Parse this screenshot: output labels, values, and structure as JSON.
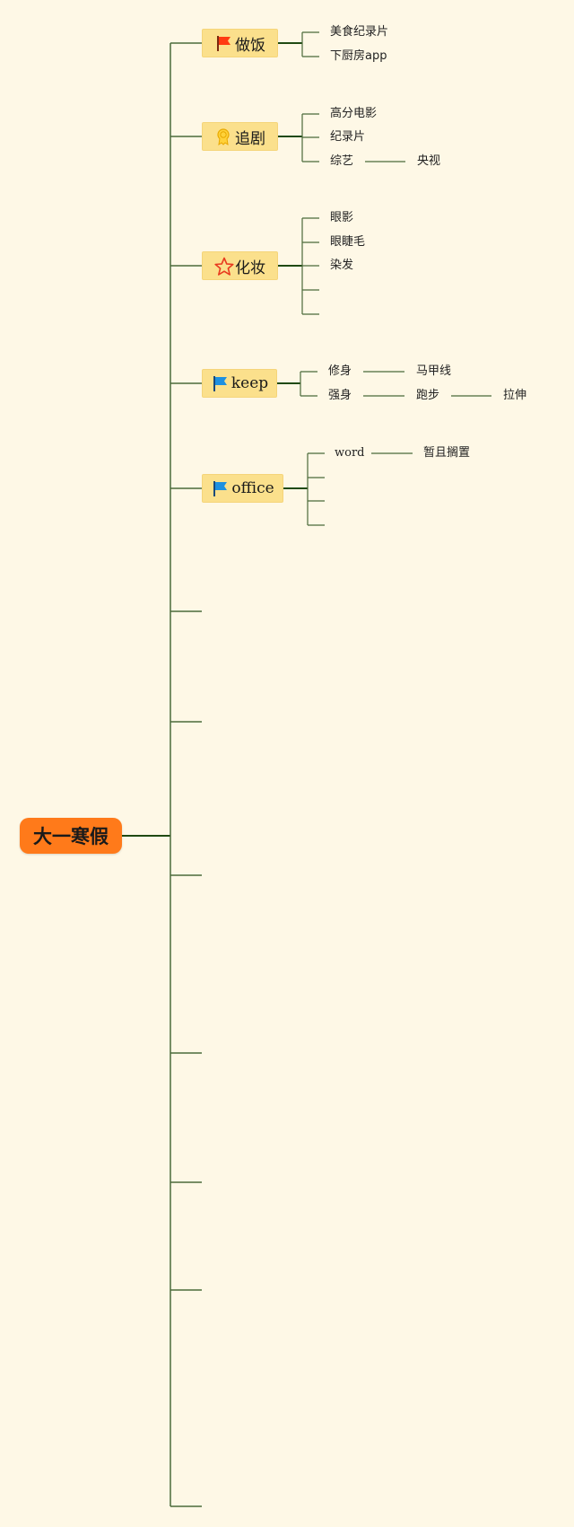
{
  "root": {
    "label": "大一寒假"
  },
  "topics": {
    "cooking": {
      "label": "做饭",
      "icon": "red-flag-icon",
      "children": [
        "美食纪录片",
        "下厨房app"
      ]
    },
    "drama": {
      "label": "追剧",
      "icon": "ribbon-award-icon",
      "children": [
        "高分电影",
        "纪录片",
        "综艺",
        "央视"
      ]
    },
    "makeup": {
      "label": "化妆",
      "icon": "star-icon",
      "children": [
        "眼影",
        "眼睫毛",
        "染发"
      ]
    },
    "keep": {
      "label": "keep",
      "icon": "blue-flag-icon",
      "children": [
        "修身",
        "马甲线",
        "强身",
        "跑步",
        "拉伸"
      ]
    },
    "office": {
      "label": "office",
      "icon": "blue-flag-icon",
      "children": [
        "word",
        "暂且搁置"
      ]
    }
  },
  "colors": {
    "background": "#fef8e6",
    "root_fill": "#ff7a1a",
    "topic_fill": "#fbe08c",
    "line": "#4a6a3a",
    "line_strong": "#1f4a12"
  }
}
